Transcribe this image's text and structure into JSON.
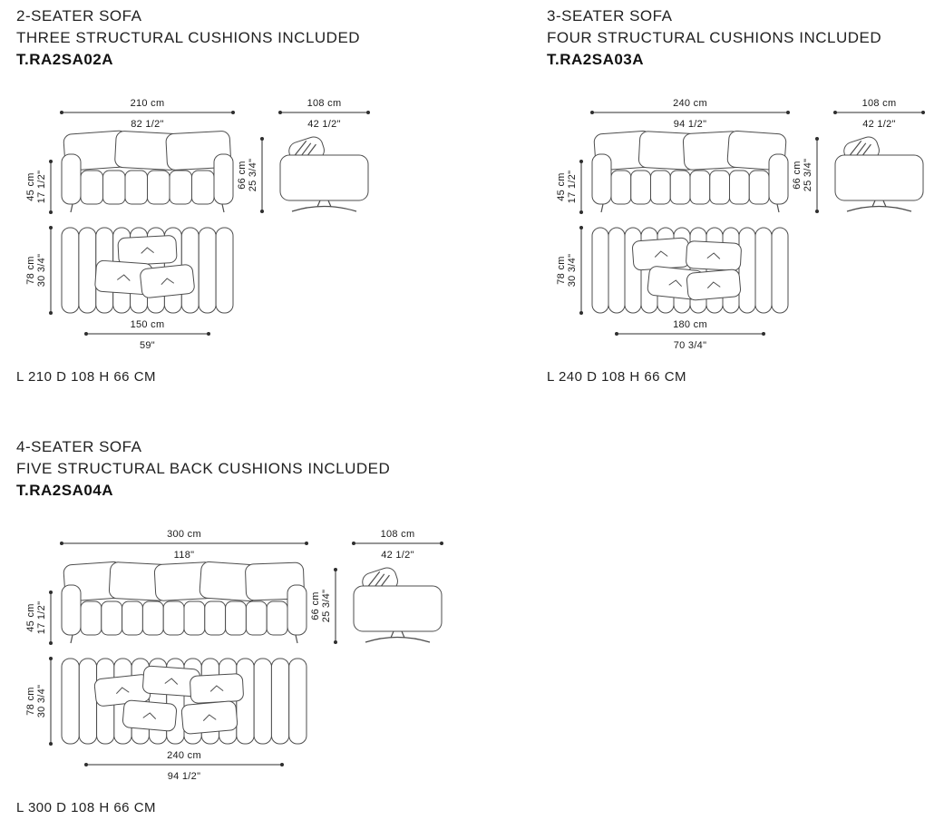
{
  "sections": [
    {
      "title": "2-SEATER SOFA",
      "subtitle": "THREE STRUCTURAL CUSHIONS INCLUDED",
      "code": "T.RA2SA02A",
      "summary": "L 210 D 108 H 66 CM",
      "front": {
        "width_cm": "210 cm",
        "width_in": "82 1/2\"",
        "height_cm": "45 cm",
        "height_in": "17 1/2\""
      },
      "side": {
        "width_cm": "108 cm",
        "width_in": "42 1/2\"",
        "height_cm": "66 cm",
        "height_in": "25 3/4\""
      },
      "top": {
        "depth_cm": "78 cm",
        "depth_in": "30 3/4\"",
        "inner_width_cm": "150 cm",
        "inner_width_in": "59\""
      },
      "drawing": {
        "seats": 2,
        "back_cushions": 3,
        "front_width_cm": 210,
        "inner_width_cm": 150
      }
    },
    {
      "title": "3-SEATER SOFA",
      "subtitle": "FOUR STRUCTURAL CUSHIONS INCLUDED",
      "code": "T.RA2SA03A",
      "summary": "L 240 D 108 H 66 CM",
      "front": {
        "width_cm": "240 cm",
        "width_in": "94 1/2\"",
        "height_cm": "45 cm",
        "height_in": "17 1/2\""
      },
      "side": {
        "width_cm": "108 cm",
        "width_in": "42 1/2\"",
        "height_cm": "66 cm",
        "height_in": "25 3/4\""
      },
      "top": {
        "depth_cm": "78 cm",
        "depth_in": "30 3/4\"",
        "inner_width_cm": "180 cm",
        "inner_width_in": "70 3/4\""
      },
      "drawing": {
        "seats": 3,
        "back_cushions": 4,
        "front_width_cm": 240,
        "inner_width_cm": 180
      }
    },
    {
      "title": "4-SEATER SOFA",
      "subtitle": "FIVE STRUCTURAL BACK CUSHIONS INCLUDED",
      "code": "T.RA2SA04A",
      "summary": "L 300 D 108 H 66 CM",
      "front": {
        "width_cm": "300 cm",
        "width_in": "118\"",
        "height_cm": "45 cm",
        "height_in": "17 1/2\""
      },
      "side": {
        "width_cm": "108 cm",
        "width_in": "42 1/2\"",
        "height_cm": "66 cm",
        "height_in": "25 3/4\""
      },
      "top": {
        "depth_cm": "78 cm",
        "depth_in": "30 3/4\"",
        "inner_width_cm": "240 cm",
        "inner_width_in": "94 1/2\""
      },
      "drawing": {
        "seats": 4,
        "back_cushions": 5,
        "front_width_cm": 300,
        "inner_width_cm": 240
      }
    }
  ]
}
